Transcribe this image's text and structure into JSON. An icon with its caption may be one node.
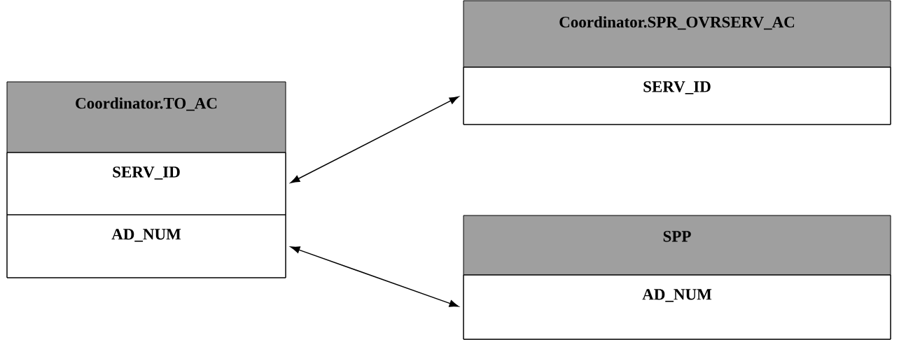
{
  "diagram": {
    "nodes": [
      {
        "text": [
          "Coordinator.TO_AC"
        ]
      },
      {
        "text": [
          "SERV_ID"
        ],
        "in": 0
      },
      {
        "text": [
          "AD_NUM"
        ],
        "in": 0
      },
      {
        "text": [
          "Coordinator.SPR_OVRSERV_AC"
        ]
      },
      {
        "text": [
          "SERV_ID"
        ],
        "in": 3
      },
      {
        "text": [
          "SPP"
        ]
      },
      {
        "text": [
          "AD_NUM"
        ],
        "in": 5
      }
    ],
    "edges": [
      {
        "from": 1,
        "to": 4,
        "arrow": "both"
      },
      {
        "from": 2,
        "to": 6,
        "arrow": "both"
      }
    ]
  }
}
